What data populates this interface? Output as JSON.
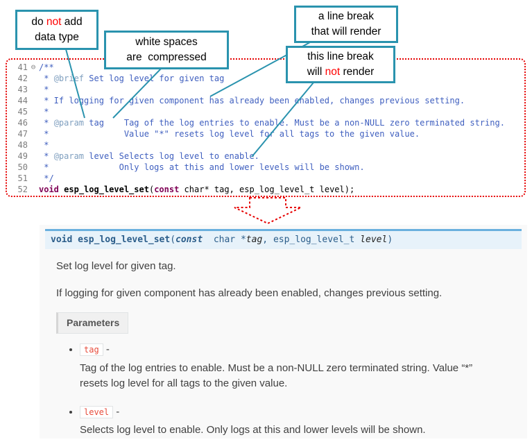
{
  "colors": {
    "callout_border": "#2a93ae",
    "connector_line": "#2a93ae",
    "emphasis_red": "#ff0000",
    "dotted_outline_red": "#e60000",
    "code_comment_blue": "#3f5fbf",
    "code_doc_tag_blue": "#7f9fbf",
    "code_keyword_purple": "#7f0055",
    "signature_top_border": "#6ab0de",
    "signature_background": "#e7f2fa",
    "inline_code_red": "#e74c3c"
  },
  "callouts": {
    "no_datatype": {
      "l1a": "do ",
      "l1red": "not",
      "l1b": " add",
      "l2": "data type"
    },
    "whitespace": {
      "l1": "white spaces",
      "l2": "are  compressed"
    },
    "break_render": {
      "l1": "a line break",
      "l2": "that will render"
    },
    "break_norender": {
      "l1": "this line break",
      "l2a": "will ",
      "l2red": "not",
      "l2b": " render"
    }
  },
  "editor": {
    "lines": [
      {
        "num": "41",
        "fold": "⊖",
        "a": "/**"
      },
      {
        "num": "42",
        "a": " * ",
        "tag": "@brief",
        "b": " Set log level for given tag"
      },
      {
        "num": "43",
        "a": " *"
      },
      {
        "num": "44",
        "a": " * If logging for given component has already been enabled, changes previous setting."
      },
      {
        "num": "45",
        "a": " *"
      },
      {
        "num": "46",
        "a": " * ",
        "tag": "@param",
        "b": " tag    Tag of the log entries to enable. Must be a non-NULL zero terminated string."
      },
      {
        "num": "47",
        "a": " *               Value \"*\" resets log level for all tags to the given value."
      },
      {
        "num": "48",
        "a": " *"
      },
      {
        "num": "49",
        "a": " * ",
        "tag": "@param",
        "b": " level Selects log level to enable."
      },
      {
        "num": "50",
        "a": " *              Only logs at this and lower levels will be shown."
      },
      {
        "num": "51",
        "a": " */"
      },
      {
        "num": "52",
        "kw1": "void",
        "t1": " ",
        "fn": "esp_log_level_set",
        "t2": "(",
        "kw2": "const",
        "t3": " char* tag, esp_log_level_t level);"
      }
    ]
  },
  "doc": {
    "signature": {
      "kw1": "void ",
      "name": "esp_log_level_set",
      "open": "(",
      "kw2": "const",
      "type1": "  char *",
      "arg1": "tag",
      "sep": ", ",
      "type2": "esp_log_level_t ",
      "arg2": "level",
      "close": ")"
    },
    "p1": "Set log level for given tag.",
    "p2": "If logging for given component has already been enabled, changes previous setting.",
    "params_label": "Parameters",
    "params": [
      {
        "name": "tag",
        "dash": " -",
        "desc": "Tag of the log entries to enable. Must be a non-NULL zero terminated string. Value “*” resets log level for all tags to the given value."
      },
      {
        "name": "level",
        "dash": " -",
        "desc": "Selects log level to enable. Only logs at this and lower levels will be shown."
      }
    ]
  }
}
